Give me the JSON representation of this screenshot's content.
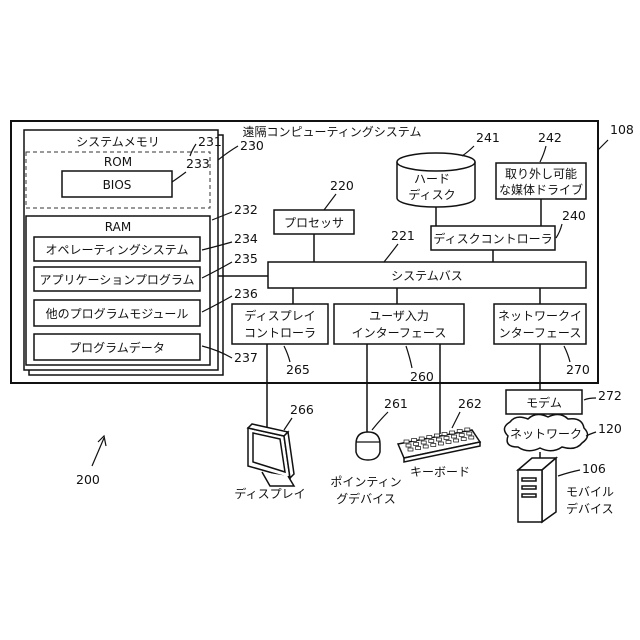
{
  "system_title": "遠隔コンピューティングシステム",
  "ref_108": "108",
  "system_memory": {
    "label": "システムメモリ",
    "ref": "231",
    "ref_230": "230"
  },
  "rom": {
    "label": "ROM",
    "ref": "233",
    "bios": "BIOS"
  },
  "ram": {
    "label": "RAM",
    "ref": "232",
    "items": [
      {
        "label": "オペレーティングシステム",
        "ref": "234"
      },
      {
        "label": "アプリケーションプログラム",
        "ref": "235"
      },
      {
        "label": "他のプログラムモジュール",
        "ref": "236"
      },
      {
        "label": "プログラムデータ",
        "ref": "237"
      }
    ]
  },
  "processor": {
    "label": "プロセッサ",
    "ref": "220"
  },
  "hard_disk": {
    "line1": "ハード",
    "line2": "ディスク",
    "ref": "241"
  },
  "removable": {
    "line1": "取り外し可能",
    "line2": "な媒体ドライブ",
    "ref": "242"
  },
  "disk_controller": {
    "label": "ディスクコントローラ",
    "ref": "240"
  },
  "system_bus": {
    "label": "システムバス",
    "ref": "221"
  },
  "display_controller": {
    "line1": "ディスプレイ",
    "line2": "コントローラ",
    "ref": "265"
  },
  "user_input": {
    "line1": "ユーザ入力",
    "line2": "インターフェース",
    "ref": "260"
  },
  "network_if": {
    "line1": "ネットワークイ",
    "line2": "ンターフェース",
    "ref": "270"
  },
  "modem": {
    "label": "モデム",
    "ref": "272"
  },
  "network": {
    "label": "ネットワーク",
    "ref": "120"
  },
  "display": {
    "label": "ディスプレイ",
    "ref": "266"
  },
  "pointing": {
    "line1": "ポインティン",
    "line2": "グデバイス",
    "ref": "261"
  },
  "keyboard": {
    "label": "キーボード",
    "ref": "262"
  },
  "mobile": {
    "line1": "モバイル",
    "line2": "デバイス",
    "ref": "106"
  },
  "figure_ref": "200"
}
